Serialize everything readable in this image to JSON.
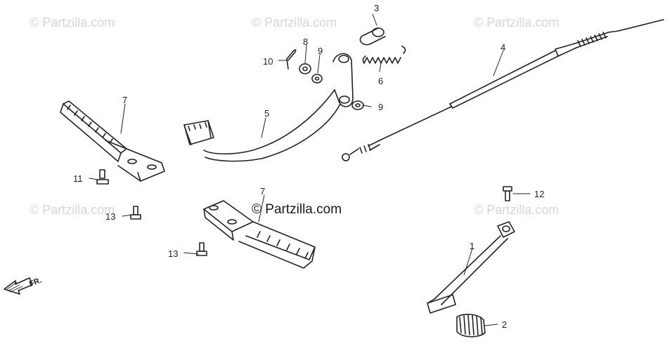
{
  "watermarks": {
    "small": "© Partzilla.com",
    "center": "© Partzilla.com"
  },
  "front_marker": "FR.",
  "callouts": {
    "c1": "1",
    "c2": "2",
    "c3": "3",
    "c4": "4",
    "c5": "5",
    "c6": "6",
    "c7a": "7",
    "c7b": "7",
    "c8": "8",
    "c9a": "9",
    "c9b": "9",
    "c10": "10",
    "c11": "11",
    "c12": "12",
    "c13a": "13",
    "c13b": "13"
  }
}
